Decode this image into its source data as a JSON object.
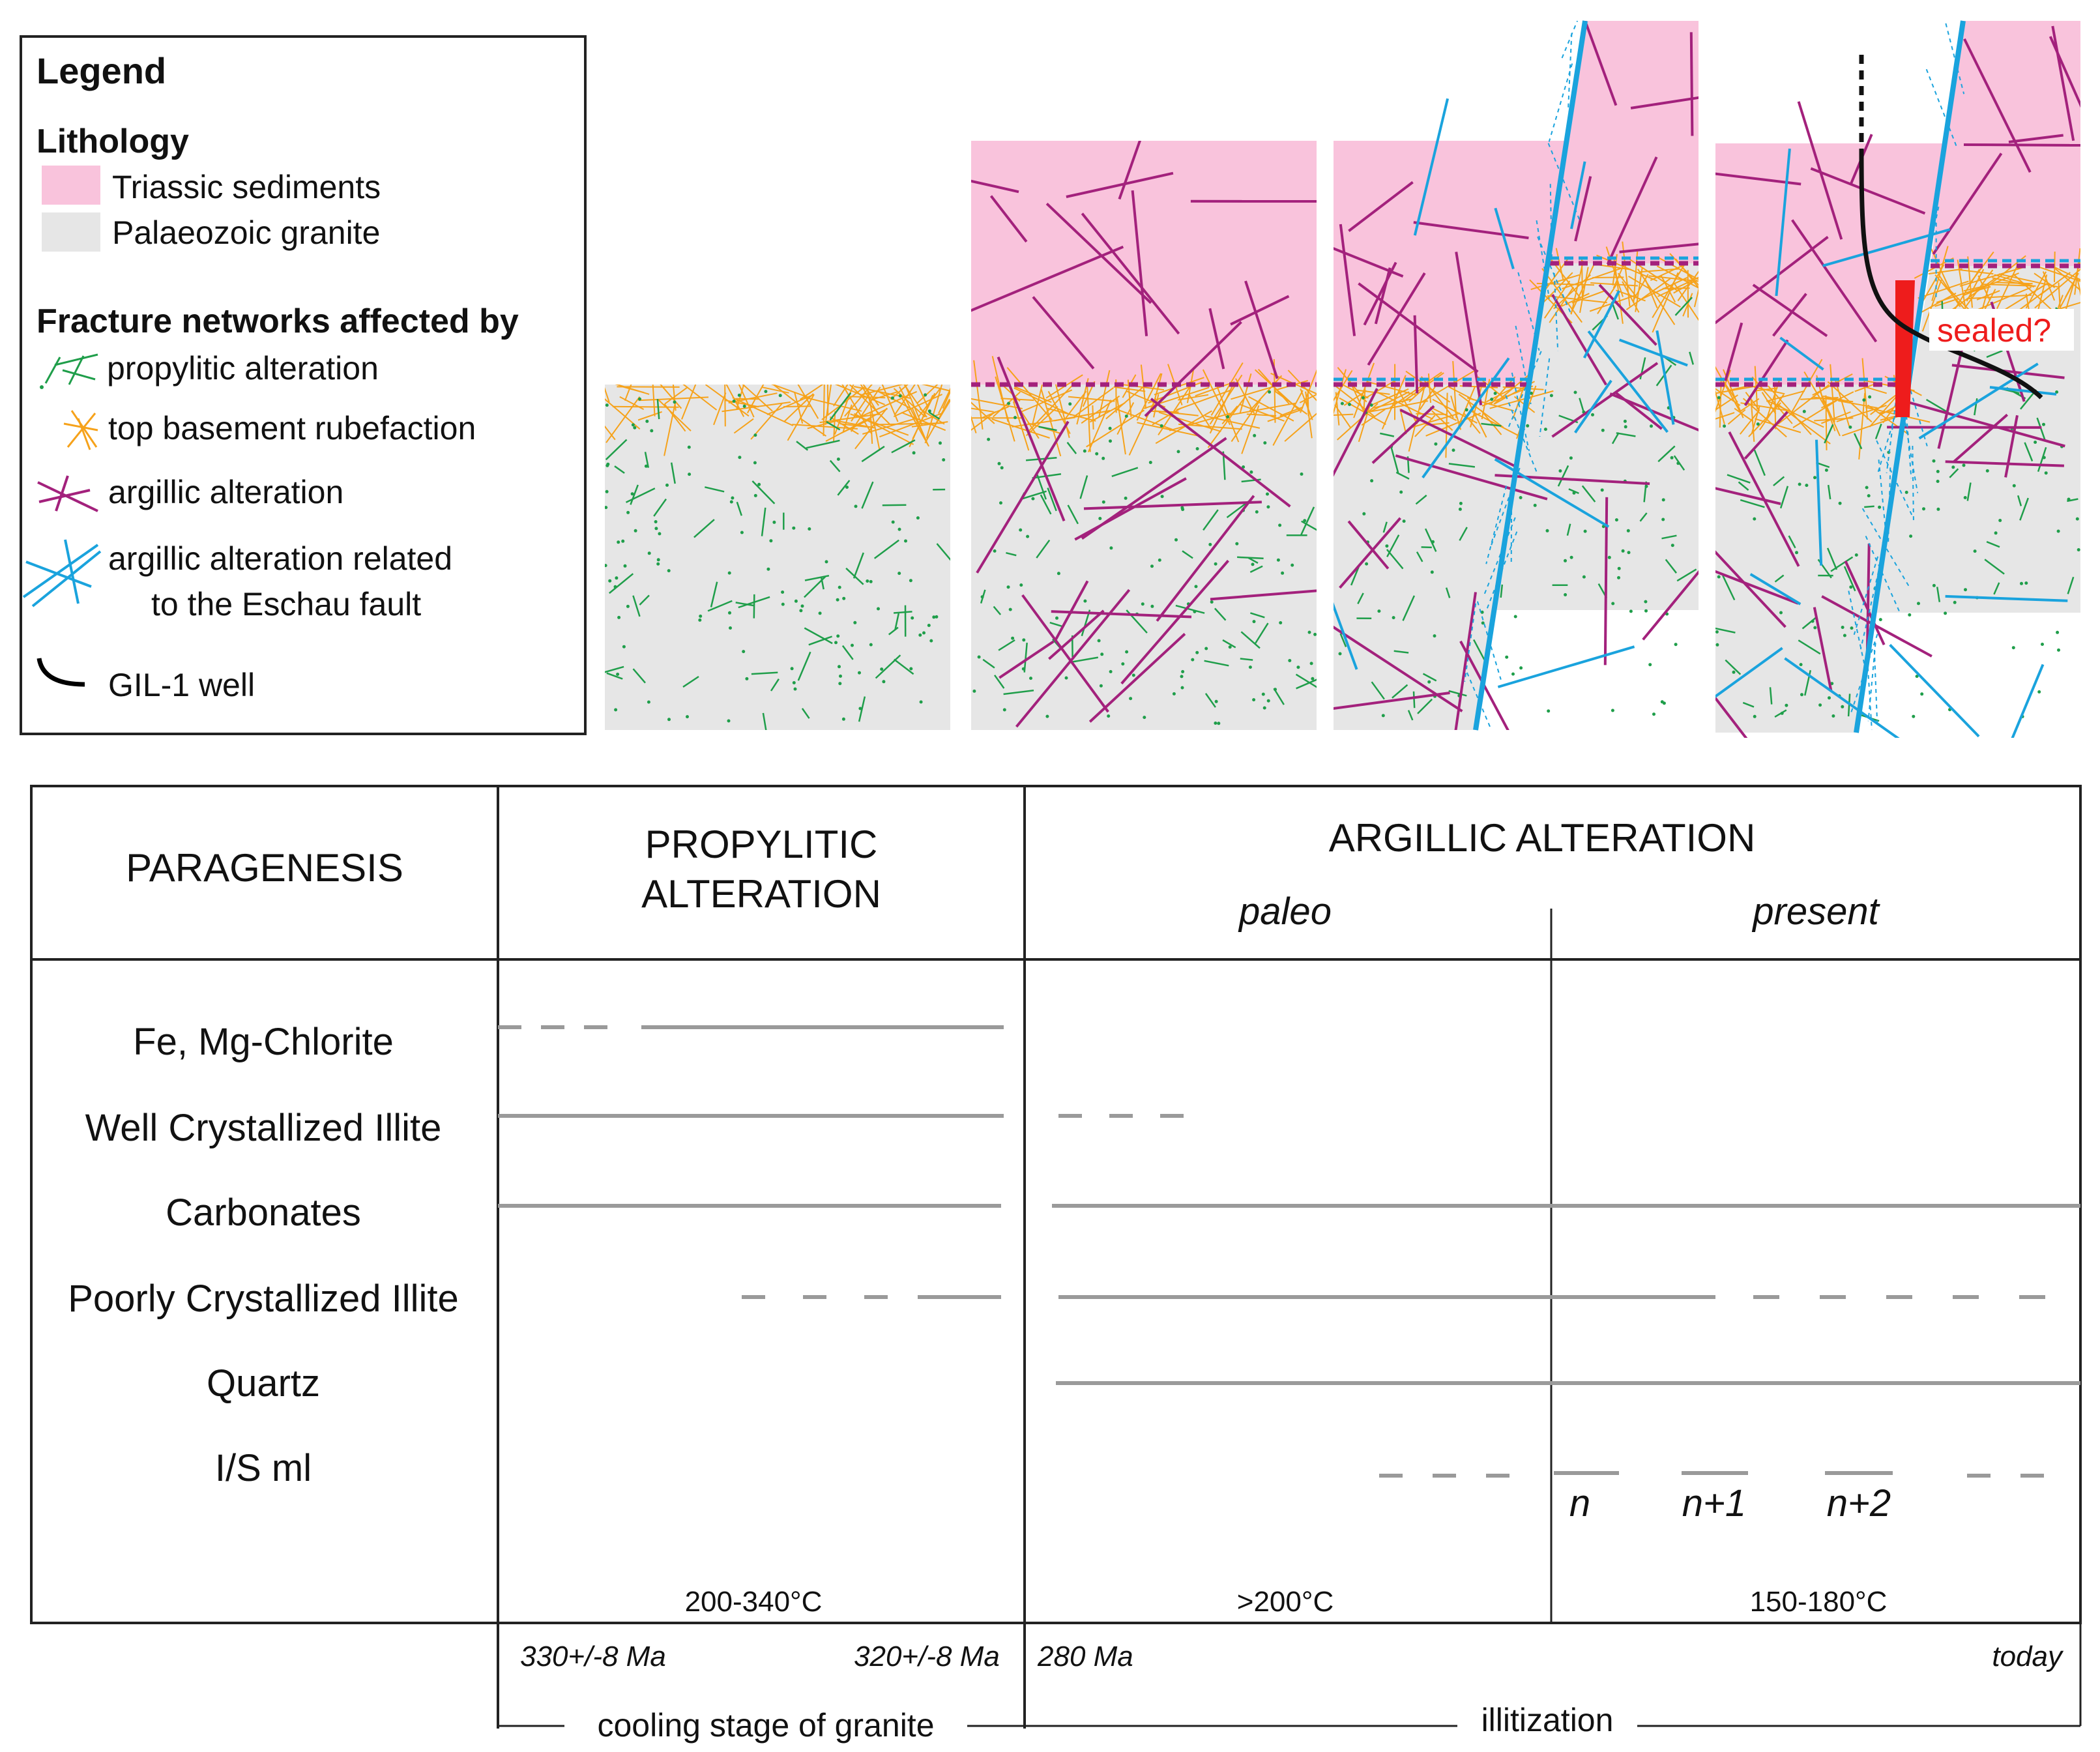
{
  "legend": {
    "title": "Legend",
    "lithology_heading": "Lithology",
    "lithology": [
      {
        "label": "Triassic sediments",
        "color": "#f9c3dc"
      },
      {
        "label": "Palaeozoic granite",
        "color": "#e6e6e6"
      }
    ],
    "fractures_heading": "Fracture networks affected by",
    "fractures": [
      {
        "label": "propylitic alteration",
        "color": "#1f9e4a"
      },
      {
        "label": "top basement rubefaction",
        "color": "#f6a21a"
      },
      {
        "label": "argillic alteration",
        "color": "#a3217c"
      },
      {
        "label": "argillic alteration related",
        "label2": "to the Eschau fault",
        "color": "#1aa3dd"
      }
    ],
    "well": {
      "label": "GIL-1 well",
      "color": "#000000"
    }
  },
  "sections": {
    "sealed_label": "sealed?",
    "sealed_color": "#ee1c1c"
  },
  "table": {
    "header": {
      "paragenesis": "PARAGENESIS",
      "propylitic": [
        "PROPYLITIC",
        "ALTERATION"
      ],
      "argillic": "ARGILLIC ALTERATION",
      "paleo": "paleo",
      "present": "present"
    },
    "minerals": [
      "Fe, Mg-Chlorite",
      "Well Crystallized Illite",
      "Carbonates",
      "Poorly Crystallized Illite",
      "Quartz",
      "I/S ml"
    ],
    "is_generations": [
      "n",
      "n+1",
      "n+2"
    ],
    "temperatures": [
      "200-340°C",
      ">200°C",
      "150-180°C"
    ],
    "ages": [
      "330+/-8 Ma",
      "320+/-8 Ma",
      "280 Ma",
      "today"
    ],
    "bottom_labels": [
      "cooling stage of granite",
      "illitization"
    ]
  }
}
